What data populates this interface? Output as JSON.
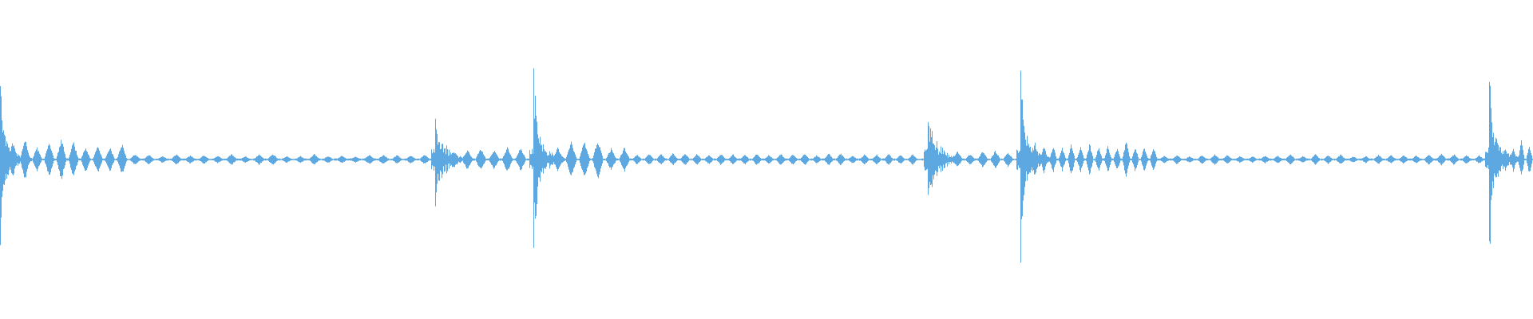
{
  "waveform": {
    "color": "#5DA8E0",
    "background": "#ffffff",
    "duration_units": 1920,
    "amplitude_max": 1.0,
    "transients": [
      {
        "t": 0,
        "peak": 0.65
      },
      {
        "t": 545,
        "peak": 0.33
      },
      {
        "t": 668,
        "peak": 0.82
      },
      {
        "t": 1162,
        "peak": 0.3
      },
      {
        "t": 1278,
        "peak": 0.95
      },
      {
        "t": 1865,
        "peak": 0.86
      }
    ],
    "beat_bursts": [
      {
        "start": 8,
        "end": 160,
        "count": 10,
        "amp": 0.13
      },
      {
        "start": 160,
        "end": 540,
        "count": 22,
        "amp": 0.035
      },
      {
        "start": 560,
        "end": 660,
        "count": 6,
        "amp": 0.08
      },
      {
        "start": 690,
        "end": 790,
        "count": 6,
        "amp": 0.12
      },
      {
        "start": 790,
        "end": 1150,
        "count": 24,
        "amp": 0.04
      },
      {
        "start": 1175,
        "end": 1270,
        "count": 6,
        "amp": 0.06
      },
      {
        "start": 1290,
        "end": 1450,
        "count": 14,
        "amp": 0.12
      },
      {
        "start": 1450,
        "end": 1860,
        "count": 26,
        "amp": 0.035
      },
      {
        "start": 1870,
        "end": 1920,
        "count": 5,
        "amp": 0.12
      }
    ]
  }
}
